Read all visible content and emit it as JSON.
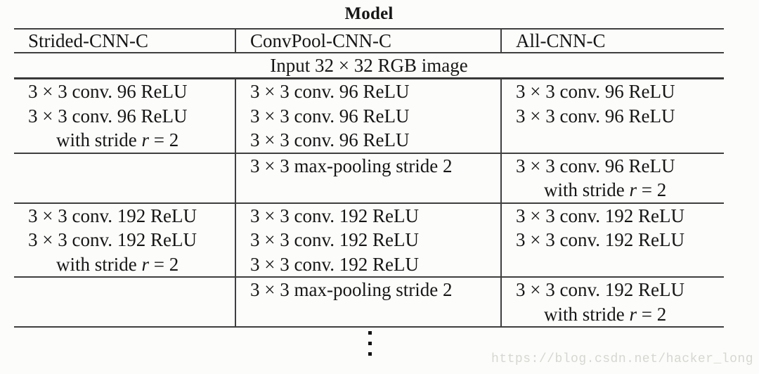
{
  "page": {
    "title": "Model",
    "watermark": "https://blog.csdn.net/hacker_long"
  },
  "icons": {
    "vertical_ellipsis": "⋮"
  },
  "table": {
    "headers": [
      "Strided-CNN-C",
      "ConvPool-CNN-C",
      "All-CNN-C"
    ],
    "input_row": "Input 32 × 32 RGB image",
    "blocks": [
      {
        "cells": [
          {
            "lines": [
              {
                "t": "3 × 3 conv. 96 ReLU"
              },
              {
                "t": "3 × 3 conv. 96 ReLU"
              },
              {
                "pre": "with stride ",
                "var": "r",
                "post": " = 2"
              }
            ]
          },
          {
            "lines": [
              {
                "t": "3 × 3 conv. 96 ReLU"
              },
              {
                "t": "3 × 3 conv. 96 ReLU"
              },
              {
                "t": "3 × 3 conv. 96 ReLU"
              }
            ]
          },
          {
            "lines": [
              {
                "t": "3 × 3 conv. 96 ReLU"
              },
              {
                "t": "3 × 3 conv. 96 ReLU"
              }
            ]
          }
        ]
      },
      {
        "cells": [
          {
            "lines": []
          },
          {
            "lines": [
              {
                "t": "3 × 3 max-pooling stride 2"
              }
            ]
          },
          {
            "lines": [
              {
                "t": "3 × 3 conv. 96 ReLU"
              },
              {
                "pre": "with stride ",
                "var": "r",
                "post": " = 2"
              }
            ]
          }
        ]
      },
      {
        "cells": [
          {
            "lines": [
              {
                "t": "3 × 3 conv. 192 ReLU"
              },
              {
                "t": "3 × 3 conv. 192 ReLU"
              },
              {
                "pre": "with stride ",
                "var": "r",
                "post": " = 2"
              }
            ]
          },
          {
            "lines": [
              {
                "t": "3 × 3 conv. 192 ReLU"
              },
              {
                "t": "3 × 3 conv. 192 ReLU"
              },
              {
                "t": "3 × 3 conv. 192 ReLU"
              }
            ]
          },
          {
            "lines": [
              {
                "t": "3 × 3 conv. 192 ReLU"
              },
              {
                "t": "3 × 3 conv. 192 ReLU"
              }
            ]
          }
        ]
      },
      {
        "cells": [
          {
            "lines": []
          },
          {
            "lines": [
              {
                "t": "3 × 3 max-pooling stride 2"
              }
            ]
          },
          {
            "lines": [
              {
                "t": "3 × 3 conv. 192 ReLU"
              },
              {
                "pre": "with stride ",
                "var": "r",
                "post": " = 2"
              }
            ]
          }
        ]
      }
    ]
  }
}
